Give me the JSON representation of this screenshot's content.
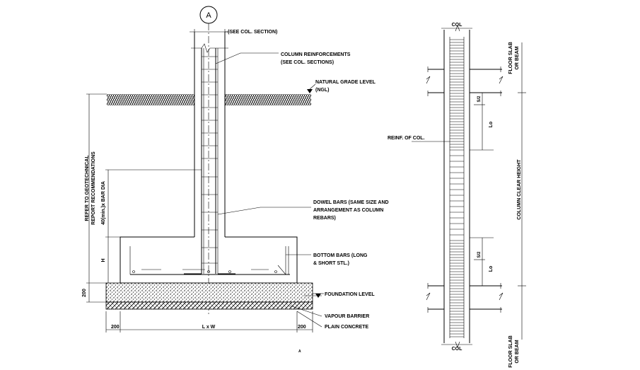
{
  "section_marker": "A",
  "footing": {
    "see_col_section": "(SEE COL. SECTION)",
    "column_reinf_line1": "COLUMN REINFORCEMENTS",
    "column_reinf_line2": "(SEE COL. SECTIONS)",
    "ngl_line1": "NATURAL GRADE LEVEL",
    "ngl_line2": "(NGL)",
    "geotech_line1": "REFER TO GEOTECHNICAL",
    "geotech_line2": "REPORT RECOMMENDATIONS",
    "dowel_line1": "DOWEL BARS (SAME SIZE AND",
    "dowel_line2": "ARRANGEMENT AS COLUMN",
    "dowel_line3": "REBARS)",
    "lap_length": "40(min.)x BAR DIA",
    "h_label": "H",
    "bottom_bars_line1": "BOTTOM BARS (LONG",
    "bottom_bars_line2": "& SHORT STL.)",
    "foundation_level": "FOUNDATION LEVEL",
    "vapour_barrier": "VAPOUR BARRIER",
    "plain_concrete": "PLAIN CONCRETE",
    "dim_200_left": "200",
    "dim_200_right": "200",
    "dim_200_vertical": "200",
    "dim_lxw": "L x W",
    "small_mark": "A"
  },
  "column": {
    "col_top": "COL",
    "col_bottom": "COL",
    "floor_top_line1": "FLOOR SLAB",
    "floor_top_line2": "OR BEAM",
    "floor_bottom_line1": "FLOOR SLAB",
    "floor_bottom_line2": "OR BEAM",
    "reinf_of_col": "REINF. OF COL.",
    "clear_height": "COLUMN CLEAR HEIGHT",
    "lo_top": "Lo",
    "lo_bottom": "Lo",
    "s2_top": "S/2",
    "s2_bottom": "S/2"
  }
}
